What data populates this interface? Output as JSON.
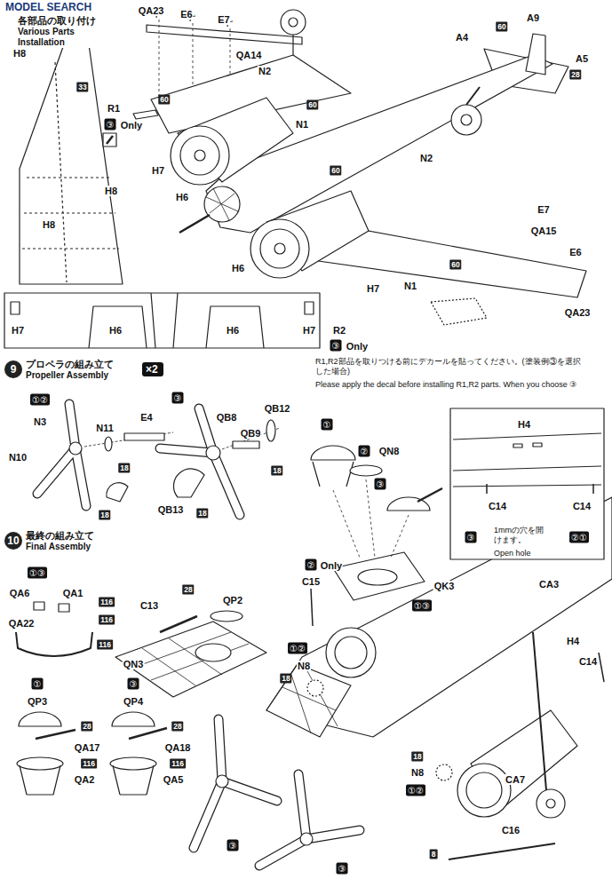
{
  "diagram": {
    "nodes": [
      {
        "text": [
          "各部品の取り付け",
          "Various Parts Installation"
        ]
      },
      {
        "text": [
          "9",
          "プロペラの組み立て",
          "Propeller Assembly"
        ]
      },
      {
        "text": [
          "×2"
        ]
      },
      {
        "text": [
          "10",
          "最終の組み立て",
          "Final Assembly"
        ]
      }
    ],
    "labels": [
      "MODEL SEARCH",
      "QA23",
      "E6",
      "E7",
      "QA14",
      "H8",
      "33",
      "N2",
      "60",
      "R1",
      "③",
      "Only",
      "60",
      "N1",
      "H7",
      "H6",
      "H6",
      "A4",
      "60",
      "A9",
      "A5",
      "28",
      "N2",
      "60",
      "E7",
      "QA15",
      "E6",
      "60",
      "N1",
      "QA23",
      "H7",
      "R2",
      "③",
      "Only",
      "R1,R2部品を取りつける前にデカールを貼ってください。(塗装例③を選択した場合)",
      "Please apply the decal before installing R1,R2 parts. When you choose ③",
      "H8",
      "H8",
      "H7",
      "H6",
      "H6",
      "H7",
      "①②",
      "N3",
      "N11",
      "E4",
      "N10",
      "18",
      "18",
      "③",
      "QB8",
      "QB9",
      "QB12",
      "18",
      "QB13",
      "18",
      "①③",
      "QA6",
      "QA1",
      "116",
      "116",
      "QA22",
      "116",
      "C13",
      "28",
      "QP2",
      "QN3",
      "①",
      "QP3",
      "28",
      "QA17",
      "116",
      "QA2",
      "③",
      "QP4",
      "28",
      "QA18",
      "116",
      "QA5",
      "①",
      "②",
      "QN8",
      "③",
      "②",
      "Only",
      "C15",
      "QK3",
      "①③",
      "CA3",
      "①②",
      "N8",
      "18",
      "18",
      "N8",
      "①②",
      "③",
      "③",
      "H4",
      "C14",
      "CA7",
      "C16",
      "8",
      "H4",
      "C14",
      "C14",
      "③",
      "1mmの穴を開けます。",
      "Open hole",
      "②①"
    ]
  }
}
